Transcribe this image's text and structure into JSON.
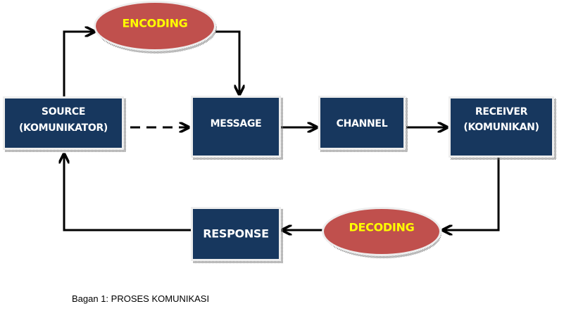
{
  "colors": {
    "box_fill": "#17375e",
    "box_border": "#eeeeee",
    "ellipse_fill": "#c0504d",
    "ellipse_text": "#ffff00",
    "arrow": "#000000"
  },
  "nodes": {
    "source": {
      "line1": "SOURCE",
      "line2": "(KOMUNIKATOR)"
    },
    "message": {
      "label": "MESSAGE"
    },
    "channel": {
      "label": "CHANNEL"
    },
    "receiver": {
      "line1": "RECEIVER",
      "line2": "(KOMUNIKAN)"
    },
    "response": {
      "label": "RESPONSE"
    },
    "encoding": {
      "label": "ENCODING"
    },
    "decoding": {
      "label": "DECODING"
    }
  },
  "edges": [
    {
      "from": "source",
      "to": "encoding",
      "style": "solid"
    },
    {
      "from": "encoding",
      "to": "message",
      "style": "solid"
    },
    {
      "from": "source",
      "to": "message",
      "style": "dashed"
    },
    {
      "from": "message",
      "to": "channel",
      "style": "solid"
    },
    {
      "from": "channel",
      "to": "receiver",
      "style": "solid"
    },
    {
      "from": "receiver",
      "to": "decoding",
      "style": "solid"
    },
    {
      "from": "decoding",
      "to": "response",
      "style": "solid"
    },
    {
      "from": "response",
      "to": "source",
      "style": "solid"
    }
  ],
  "caption": "Bagan 1: PROSES KOMUNIKASI"
}
